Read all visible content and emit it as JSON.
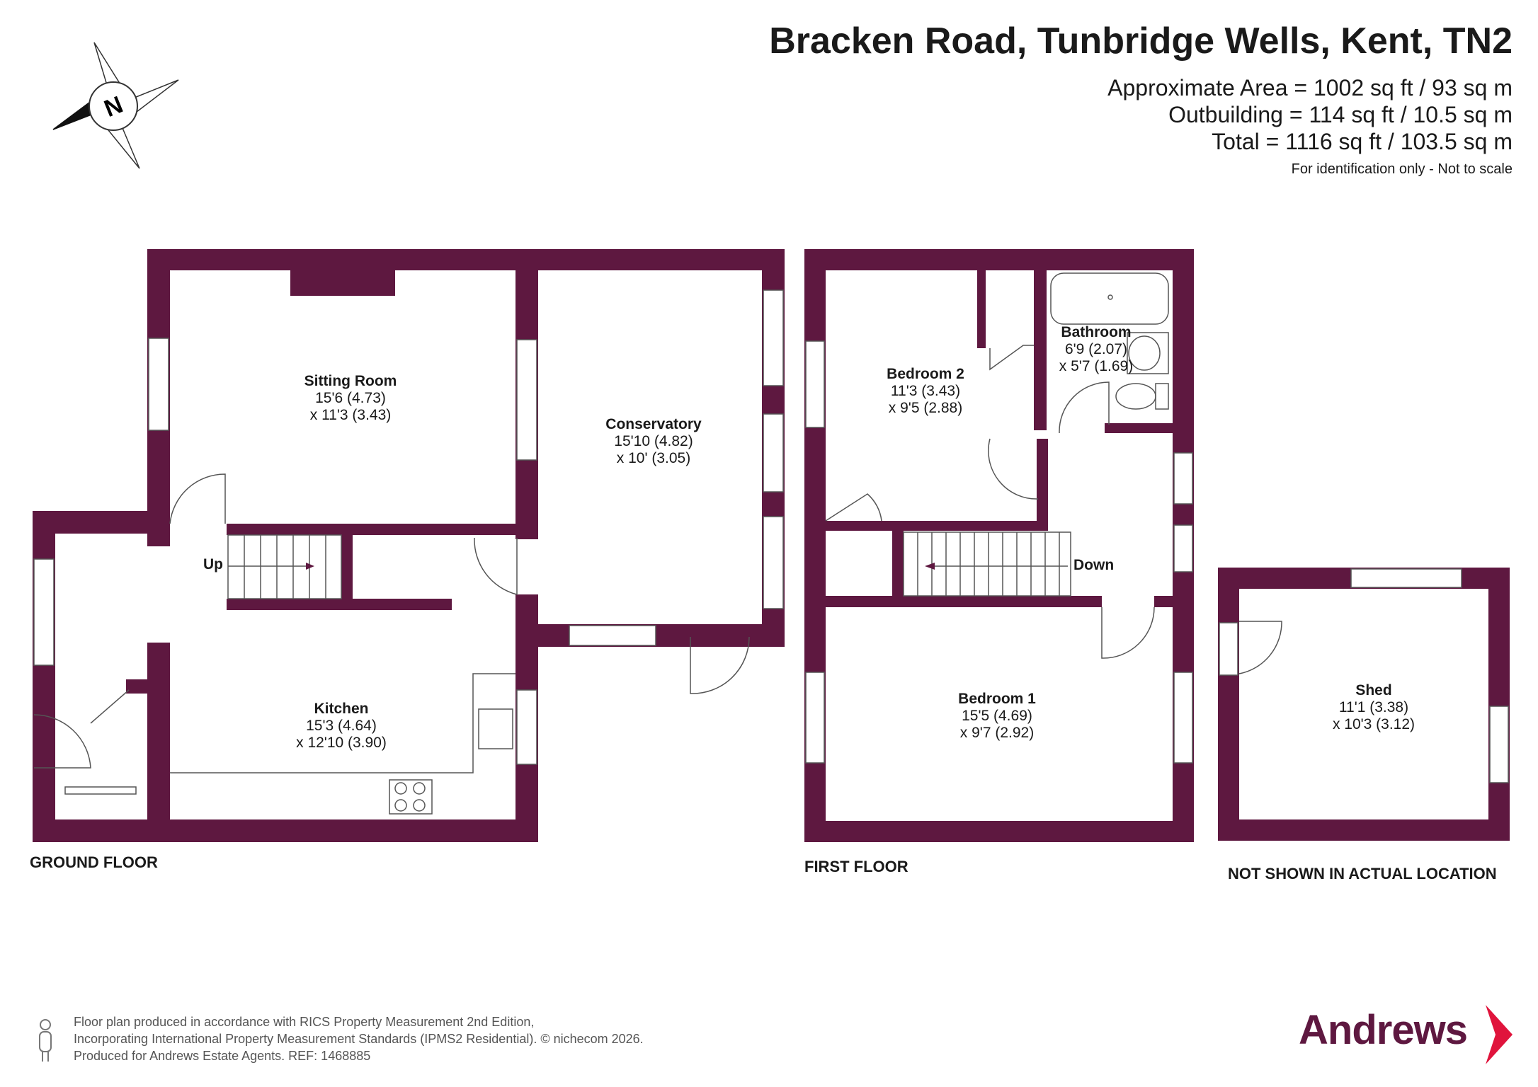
{
  "header": {
    "title": "Bracken Road, Tunbridge Wells, Kent, TN2",
    "area_lines": [
      "Approximate Area = 1002 sq ft / 93 sq m",
      "Outbuilding = 114 sq ft / 10.5 sq m",
      "Total = 1116 sq ft / 103.5 sq m"
    ],
    "disclaimer": "For identification only - Not to scale"
  },
  "compass": {
    "letter": "N"
  },
  "colors": {
    "wall": "#5e1840",
    "brand": "#5e1840",
    "text": "#1a1a1a"
  },
  "floors": {
    "ground": {
      "label": "GROUND FLOOR",
      "stairs_label": "Up",
      "rooms": {
        "sitting": {
          "name": "Sitting Room",
          "dim1": "15'6 (4.73)",
          "dim2": "x 11'3 (3.43)"
        },
        "conservatory": {
          "name": "Conservatory",
          "dim1": "15'10 (4.82)",
          "dim2": "x 10' (3.05)"
        },
        "kitchen": {
          "name": "Kitchen",
          "dim1": "15'3 (4.64)",
          "dim2": "x 12'10 (3.90)"
        }
      }
    },
    "first": {
      "label": "FIRST FLOOR",
      "stairs_label": "Down",
      "rooms": {
        "bedroom2": {
          "name": "Bedroom 2",
          "dim1": "11'3 (3.43)",
          "dim2": "x 9'5 (2.88)"
        },
        "bathroom": {
          "name": "Bathroom",
          "dim1": "6'9 (2.07)",
          "dim2": "x 5'7 (1.69)"
        },
        "bedroom1": {
          "name": "Bedroom 1",
          "dim1": "15'5 (4.69)",
          "dim2": "x 9'7 (2.92)"
        }
      }
    },
    "outbuilding": {
      "label": "NOT SHOWN IN ACTUAL LOCATION",
      "rooms": {
        "shed": {
          "name": "Shed",
          "dim1": "11'1 (3.38)",
          "dim2": "x 10'3 (3.12)"
        }
      }
    }
  },
  "footer": {
    "lines": [
      "Floor plan produced in accordance with RICS Property Measurement 2nd Edition,",
      "Incorporating International Property Measurement Standards (IPMS2 Residential).   © nichecom 2026.",
      "Produced for Andrews Estate Agents.   REF: 1468885"
    ],
    "brand": "Andrews"
  }
}
